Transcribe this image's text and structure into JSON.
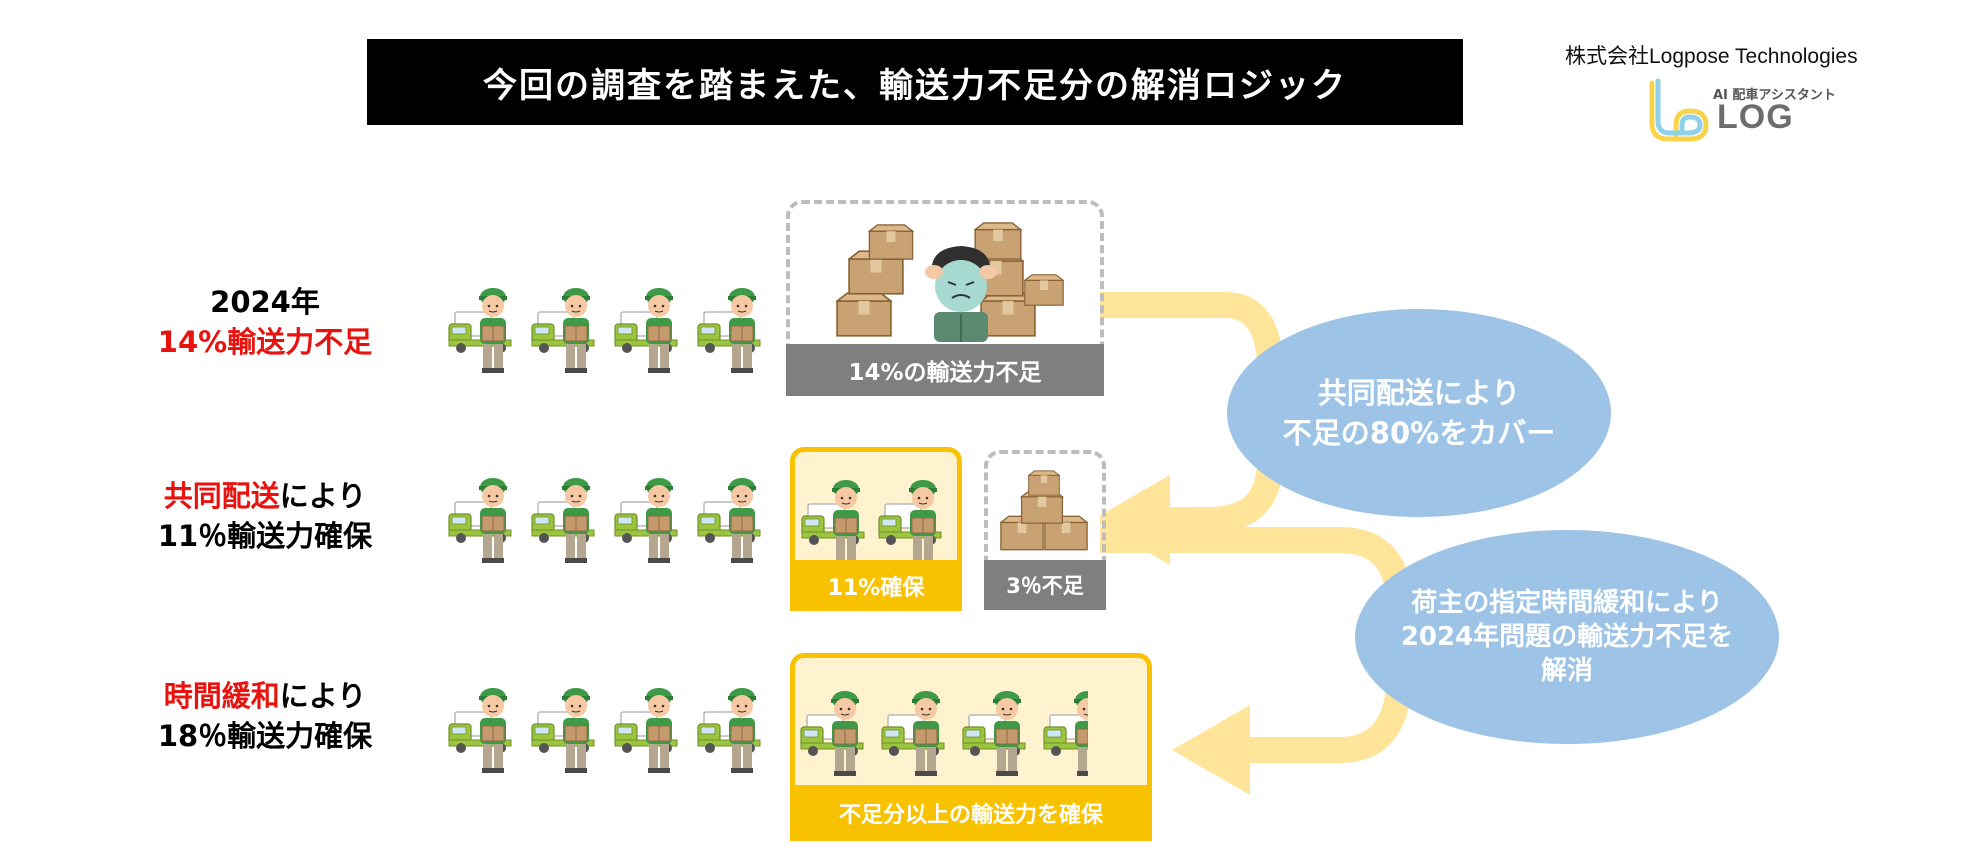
{
  "title": "今回の調査を踏まえた、輸送力不足分の解消ロジック",
  "company": {
    "name": "株式会社Logpose Technologies",
    "logo_sub": "AI 配車アシスタント",
    "logo_name": "LOG"
  },
  "rows": [
    {
      "line1": "2024年",
      "line2": "14%輸送力不足"
    },
    {
      "line1_red": "共同配送",
      "line1_rest": "により",
      "line2": "11％輸送力確保"
    },
    {
      "line1_red": "時間緩和",
      "line1_rest": "により",
      "line2": "18％輸送力確保"
    }
  ],
  "boxes": {
    "shortage_label": "14%の輸送力不足",
    "secured_label": "11%確保",
    "remaining_label": "3％不足",
    "exceed_label": "不足分以上の輸送力を確保"
  },
  "bubbles": {
    "joint_line1": "共同配送により",
    "joint_line2": "不足の80%をカバー",
    "time_line1": "荷主の指定時間緩和により",
    "time_line2": "2024年問題の輸送力不足を",
    "time_line3": "解消"
  },
  "colors": {
    "accent_red": "#e8130e",
    "bubble_blue": "#9dc3e6",
    "highlight_yellow": "#f9c200",
    "arrow_yellow": "#ffe49a",
    "label_gray": "#7f7f7f"
  },
  "icons": [
    "delivery-worker-icon",
    "cardboard-boxes-icon",
    "worried-worker-icon",
    "logo-icon"
  ]
}
